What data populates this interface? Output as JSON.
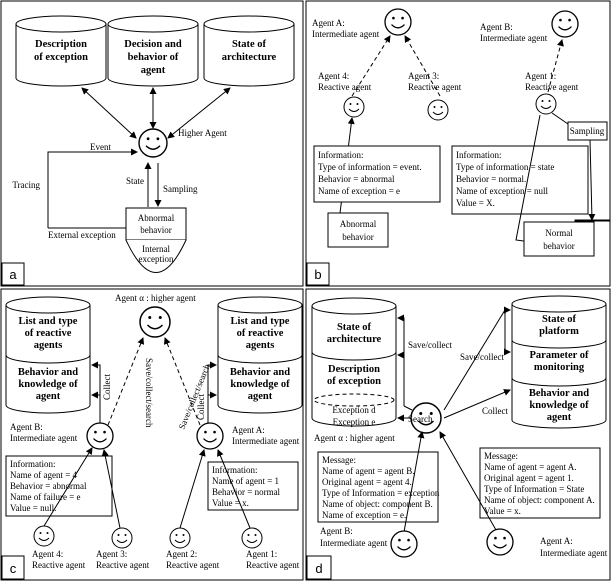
{
  "panel_a": {
    "label": "a",
    "cyl1": [
      "Description",
      "of exception"
    ],
    "cyl2": [
      "Decision and",
      "behavior of",
      "agent"
    ],
    "cyl3": [
      "State of",
      "architecture"
    ],
    "higher_agent": "Higher Agent",
    "event": "Event",
    "tracing": "Tracing",
    "state": "State",
    "sampling": "Sampling",
    "abnormal": [
      "Abnormal",
      "behavior"
    ],
    "external": "External exception",
    "internal": [
      "Internal",
      "exception"
    ]
  },
  "panel_b": {
    "label": "b",
    "agentA": [
      "Agent A:",
      "Intermediate agent"
    ],
    "agentB": [
      "Agent B:",
      "Intermediate agent"
    ],
    "agent4": [
      "Agent 4:",
      "Reactive agent"
    ],
    "agent3": [
      "Agent 3:",
      "Reactive agent"
    ],
    "agent1": [
      "Agent 1:",
      "Reactive agent"
    ],
    "sampling": "Sampling",
    "info_left": [
      "Information:",
      "Type of information = event.",
      "Behavior = abnormal",
      "Name of exception = e"
    ],
    "info_right": [
      "Information:",
      "Type of information = state",
      "Behavior = normal.",
      "Name of exception = null",
      "Value = X."
    ],
    "abnormal": [
      "Abnormal",
      "behavior"
    ],
    "normal": [
      "Normal",
      "behavior"
    ]
  },
  "panel_c": {
    "label": "c",
    "alpha": "Agent α : higher agent",
    "cylL_top": [
      "List and type",
      "of reactive",
      "agents"
    ],
    "cylL_bot": [
      "Behavior and",
      "knowledge of",
      "agent"
    ],
    "cylR_top": [
      "List and type",
      "of reactive",
      "agents"
    ],
    "cylR_bot": [
      "Behavior and",
      "knowledge of",
      "agent"
    ],
    "collect": "Collect",
    "save_cs": "Save/collect/search",
    "agentB": [
      "Agent B:",
      "Intermediate agent"
    ],
    "agentA": [
      "Agent A:",
      "Intermediate agent"
    ],
    "info_left": [
      "Information:",
      "Name of agent = 4",
      "Behavior = abnormal",
      "Name of failure = e",
      "Value = null."
    ],
    "info_right": [
      "Information:",
      "Name of agent = 1",
      "Behavior = normal",
      "Value = x."
    ],
    "a4": [
      "Agent 4:",
      "Reactive agent"
    ],
    "a3": [
      "Agent 3:",
      "Reactive agent"
    ],
    "a2": [
      "Agent 2:",
      "Reactive agent"
    ],
    "a1": [
      "Agent 1:",
      "Reactive agent"
    ]
  },
  "panel_d": {
    "label": "d",
    "cylL": [
      "State of",
      "architecture"
    ],
    "cylL2": [
      "Description",
      "of exception"
    ],
    "exc_d": "Exception d",
    "exc_e": "Exception e",
    "cylR1": [
      "State of",
      "platform"
    ],
    "cylR2": [
      "Parameter of",
      "monitoring"
    ],
    "cylR3": [
      "Behavior and",
      "knowledge of",
      "agent"
    ],
    "save_collect": "Save/collect",
    "search": "Search",
    "collect": "Collect",
    "alpha": "Agent α : higher agent",
    "msg_left": [
      "Message:",
      "Name of agent = agent B.",
      "Original agent = agent 4.",
      "Type of Information = exception",
      "Name of object: component B.",
      "Name of exception = e."
    ],
    "msg_right": [
      "Message:",
      "Name of agent = agent A.",
      "Original agent = agent 1.",
      "Type of Information = State",
      "Name of object: component A.",
      "Value = x."
    ],
    "agentB": [
      "Agent B:",
      "Intermediate agent"
    ],
    "agentA": [
      "Agent A:",
      "Intermediate agent"
    ]
  }
}
